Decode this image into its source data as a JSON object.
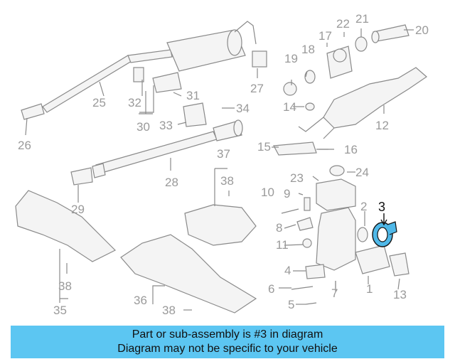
{
  "diagram": {
    "callouts": [
      "1",
      "2",
      "3",
      "4",
      "5",
      "6",
      "7",
      "8",
      "9",
      "10",
      "11",
      "12",
      "13",
      "14",
      "15",
      "16",
      "17",
      "18",
      "19",
      "20",
      "21",
      "22",
      "23",
      "24",
      "25",
      "26",
      "27",
      "28",
      "29",
      "30",
      "31",
      "32",
      "33",
      "34",
      "35",
      "36",
      "37",
      "38"
    ],
    "highlighted_part": "3",
    "highlight_color": "#4fb8e8"
  },
  "banner": {
    "line1": "Part or sub-assembly is #3 in diagram",
    "line2": "Diagram may not be specific to your vehicle",
    "background": "#5cc6f2"
  }
}
